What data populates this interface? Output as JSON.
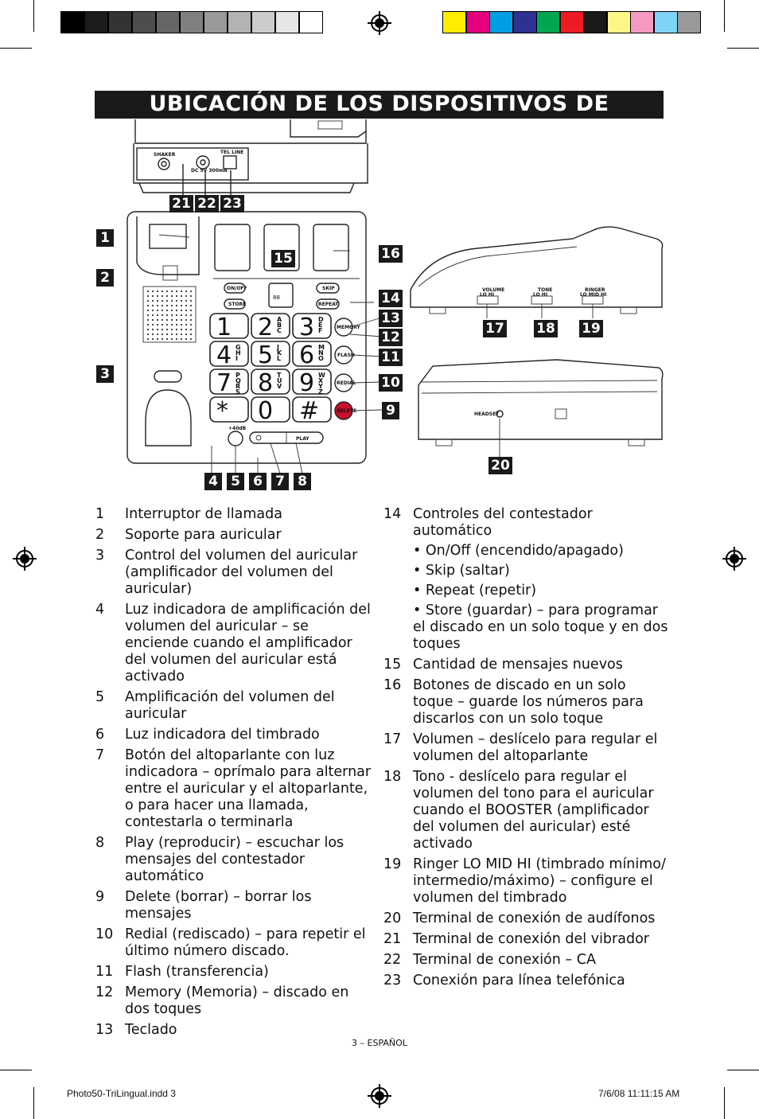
{
  "title": "UBICACIÓN DE LOS DISPOSITIVOS DE CONTROL",
  "callouts": {
    "c1": "1",
    "c2": "2",
    "c3": "3",
    "c4": "4",
    "c5": "5",
    "c6": "6",
    "c7": "7",
    "c8": "8",
    "c9": "9",
    "c10": "10",
    "c11": "11",
    "c12": "12",
    "c13": "13",
    "c14": "14",
    "c15": "15",
    "c16": "16",
    "c17": "17",
    "c18": "18",
    "c19": "19",
    "c20": "20",
    "c21": "21",
    "c22": "22",
    "c23": "23"
  },
  "device_labels": {
    "shaker": "SHAKER",
    "dc": "DC 9V 300mA",
    "telline": "TEL LINE",
    "onoff": "ON/OFF",
    "store": "STORE",
    "skip": "SKIP",
    "repeat": "REPEAT",
    "memory": "MEMORY",
    "flash": "FLASH",
    "redial": "REDIAL",
    "delete": "DELETE",
    "play": "PLAY",
    "plus40": "+40dB",
    "display": "88",
    "headset": "HEADSET",
    "volume": "VOLUME",
    "lohi_vol": "LO     HI",
    "tone": "TONE",
    "lohi_tone": "LO     HI",
    "ringer": "RINGER",
    "lomidhi": "LO  MID  HI"
  },
  "keypad": [
    {
      "d": "1",
      "l": ""
    },
    {
      "d": "2",
      "l": "ABC"
    },
    {
      "d": "3",
      "l": "DEF"
    },
    {
      "d": "4",
      "l": "GHI"
    },
    {
      "d": "5",
      "l": "JKL"
    },
    {
      "d": "6",
      "l": "MNO"
    },
    {
      "d": "7",
      "l": "PQRS"
    },
    {
      "d": "8",
      "l": "TUV"
    },
    {
      "d": "9",
      "l": "WXYZ"
    },
    {
      "d": "*",
      "l": ""
    },
    {
      "d": "0",
      "l": ""
    },
    {
      "d": "#",
      "l": ""
    }
  ],
  "left_list": [
    {
      "n": "1",
      "t": "Interruptor de llamada"
    },
    {
      "n": "2",
      "t": "Soporte para auricular"
    },
    {
      "n": "3",
      "t": "Control del volumen del auricular (amplificador del volumen del auricular)"
    },
    {
      "n": "4",
      "t": "Luz indicadora de amplificación del volumen del auricular – se enciende cuando el amplificador del volumen del auricular está activado"
    },
    {
      "n": "5",
      "t": "Amplificación del volumen del auricular"
    },
    {
      "n": "6",
      "t": "Luz indicadora del timbrado"
    },
    {
      "n": "7",
      "t": "Botón del altoparlante con luz indicadora – oprímalo para alternar entre el auricular y el altoparlante, o para hacer una llamada, contestarla o terminarla"
    },
    {
      "n": "8",
      "t": "Play (reproducir) – escuchar los mensajes del contestador automático"
    },
    {
      "n": "9",
      "t": "Delete (borrar) – borrar los mensajes"
    },
    {
      "n": "10",
      "t": "Redial (rediscado) – para repetir el último número discado."
    },
    {
      "n": "11",
      "t": "Flash (transferencia)"
    },
    {
      "n": "12",
      "t": "Memory (Memoria) – discado en dos toques"
    },
    {
      "n": "13",
      "t": "Teclado"
    }
  ],
  "right_list": {
    "item14": {
      "n": "14",
      "t": "Controles del contestador automático"
    },
    "sub14": [
      "• On/Off (encendido/apagado)",
      "• Skip (saltar)",
      "• Repeat (repetir)",
      "• Store (guardar) – para programar el discado en un solo toque y en dos toques"
    ],
    "items": [
      {
        "n": "15",
        "t": "Cantidad de mensajes nuevos"
      },
      {
        "n": "16",
        "t": "Botones de discado en un solo toque – guarde los números para discarlos con un solo toque"
      },
      {
        "n": "17",
        "t": "Volumen – deslícelo para regular el volumen del altoparlante"
      },
      {
        "n": "18",
        "t": "Tono - deslícelo para regular el volumen del tono para el auricular cuando el BOOSTER (amplificador del volumen del auricular) esté activado"
      },
      {
        "n": "19",
        "t": "Ringer LO MID HI (timbrado mínimo/ intermedio/máximo) – configure el volumen del timbrado"
      },
      {
        "n": "20",
        "t": "Terminal de conexión de audífonos"
      },
      {
        "n": "21",
        "t": "Terminal de conexión del vibrador"
      },
      {
        "n": "22",
        "t": "Terminal de conexión – CA"
      },
      {
        "n": "23",
        "t": "Conexión para línea telefónica"
      }
    ]
  },
  "footer": "3 – ESPAÑOL",
  "slug_left": "Photo50-TriLingual.indd   3",
  "slug_right": "7/6/08   11:11:15 AM",
  "color_bar": [
    "#000000",
    "#1c1c1c",
    "#333333",
    "#4d4d4d",
    "#666666",
    "#808080",
    "#999999",
    "#b3b3b3",
    "#cccccc",
    "#e6e6e6",
    "#ffffff"
  ],
  "color_bar_right": [
    "#ffed00",
    "#e6007e",
    "#009fe3",
    "#2e3192",
    "#00a651",
    "#ed1c24",
    "#1a1a1a",
    "#fff688",
    "#f49ac1",
    "#7fd3f7",
    "#999999"
  ]
}
